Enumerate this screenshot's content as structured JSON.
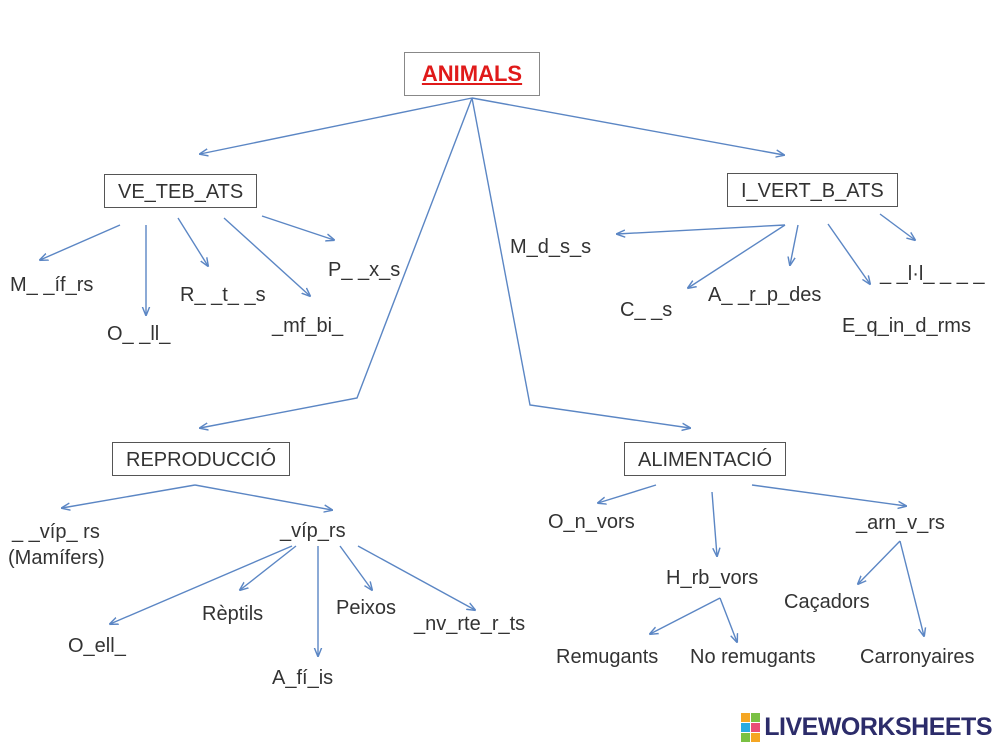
{
  "root": {
    "label": "ANIMALS",
    "color": "#e01a1a"
  },
  "categories": {
    "vertebrats": "VE_TEB_ATS",
    "invertebrats": "I_VERT_B_ATS",
    "reproduccio": "REPRODUCCIÓ",
    "alimentacio": "ALIMENTACIÓ"
  },
  "vertebrats_children": [
    "M_ _íf_rs",
    "O_ _ll_",
    "R_ _t_ _s",
    "_mf_bi_",
    "P_ _x_s"
  ],
  "invertebrats_children": [
    "M_d_s_s",
    "C_ _s",
    "A_ _r_p_des",
    "_ _l·l_ _ _ _",
    "E_q_in_d_rms"
  ],
  "reproduccio_children": {
    "vivipars": "_ _víp_ rs",
    "vivipars_note": "(Mamífers)",
    "ovipars": "_víp_rs",
    "ovipars_children": [
      "O_ell_",
      "Rèptils",
      "A_fí_is",
      "Peixos",
      "_nv_rte_r_ts"
    ]
  },
  "alimentacio_children": {
    "omnivors": "O_n_vors",
    "herbivors": "H_rb_vors",
    "herbivors_children": [
      "Remugants",
      "No remugants"
    ],
    "carnivors": "_arn_v_rs",
    "carnivors_children": [
      "Caçadors",
      "Carronyaires"
    ]
  },
  "watermark": "LIVEWORKSHEETS",
  "colors": {
    "edge": "#5b86c4",
    "logo_text": "#2c2c6a"
  }
}
